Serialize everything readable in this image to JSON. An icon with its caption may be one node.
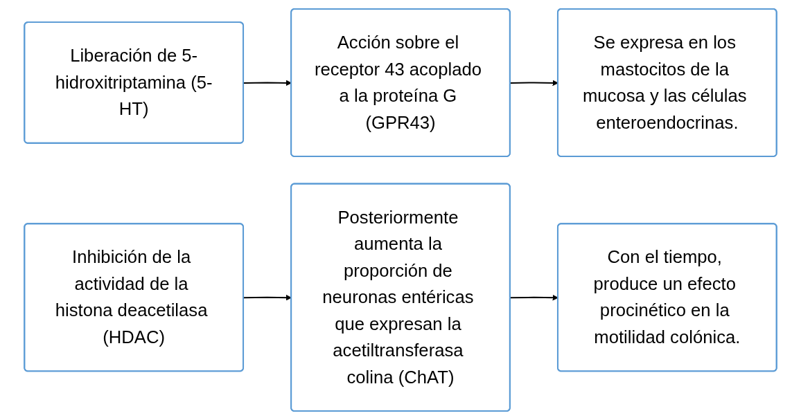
{
  "diagram": {
    "nodes": [
      {
        "text": [
          "Liberación de 5-hidroxitriptamina (5-HT)"
        ]
      },
      {
        "text": [
          "Acción sobre el receptor 43 acoplado a la proteína G (GPR43)"
        ]
      },
      {
        "text": [
          "Se expresa en los mastocitos de la mucosa y las células enteroendocrinas."
        ]
      },
      {
        "text": [
          "Inhibición de la actividad de la histona deacetilasa (HDAC)"
        ]
      },
      {
        "text": [
          "Posteriormente aumenta la proporción de neuronas entéricas que expresan la acetiltransferasa colina (ChAT)"
        ]
      },
      {
        "text": [
          "Con el tiempo, produce un efecto procinético en la motilidad colónica."
        ]
      }
    ],
    "edges": [
      {
        "from": 0,
        "to": 1,
        "arrow": "to"
      },
      {
        "from": 1,
        "to": 2,
        "arrow": "to"
      },
      {
        "from": 3,
        "to": 4,
        "arrow": "to"
      },
      {
        "from": 4,
        "to": 5,
        "arrow": "to"
      }
    ]
  }
}
